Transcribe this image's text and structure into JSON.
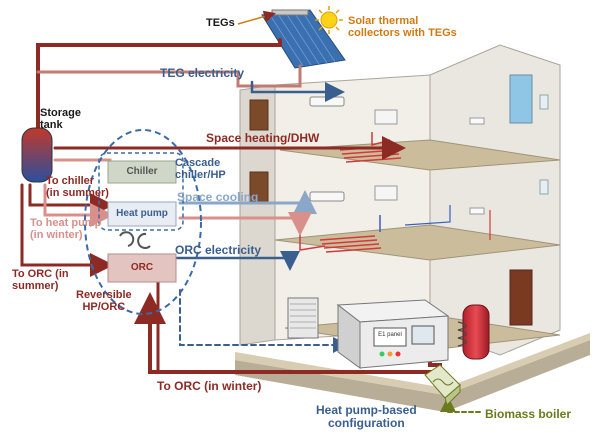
{
  "labels": {
    "tegs": "TEGs",
    "solar_thermal": "Solar thermal\ncollectors with TEGs",
    "teg_electricity": "TEG electricity",
    "storage_tank": "Storage\ntank",
    "space_heating": "Space heating/DHW",
    "cascade": "Cascade\nchiller/HP",
    "to_chiller": "To chiller\n(in summer)",
    "space_cooling": "Space cooling",
    "to_heat_pump": "To heat pump\n(in winter)",
    "orc_electricity": "ORC electricity",
    "to_orc_summer": "To ORC (in\nsummer)",
    "reversible": "Reversible\nHP/ORC",
    "to_orc_winter": "To ORC (in winter)",
    "heat_pump_config": "Heat pump-based\nconfiguration",
    "biomass_boiler": "Biomass boiler"
  },
  "components": {
    "chiller": "Chiller",
    "heat_pump": "Heat pump",
    "orc": "ORC",
    "panel_label": "E1 panel"
  },
  "colors": {
    "pipe_dark_red": "#8e2a24",
    "pipe_pink": "#d98f8a",
    "electric_blue": "#3a5f8e",
    "cool_blue": "#8aa6c8",
    "solar_orange": "#d27a12",
    "boiler_olive": "#6b7a1e",
    "dashed_circle": "#3a6aa8"
  }
}
